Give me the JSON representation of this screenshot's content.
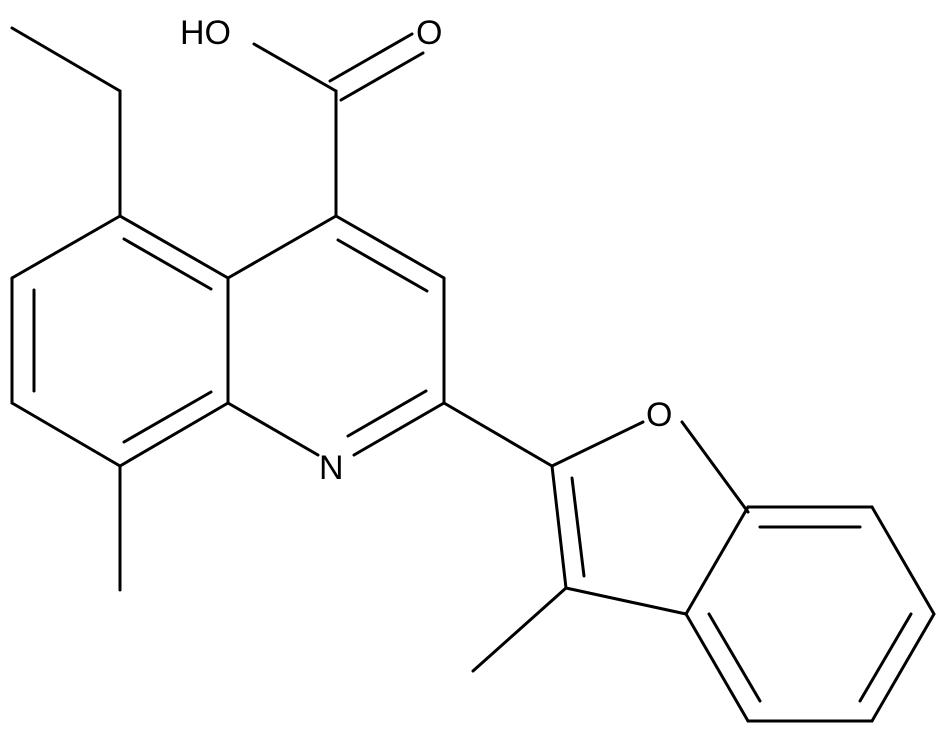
{
  "molecule": {
    "atoms": {
      "oh": "HO",
      "carbonyl_o": "O",
      "quinoline_n": "N",
      "furan_o": "O"
    },
    "colors": {
      "bond": "#000000",
      "label": "#000000",
      "background": "#ffffff"
    }
  }
}
